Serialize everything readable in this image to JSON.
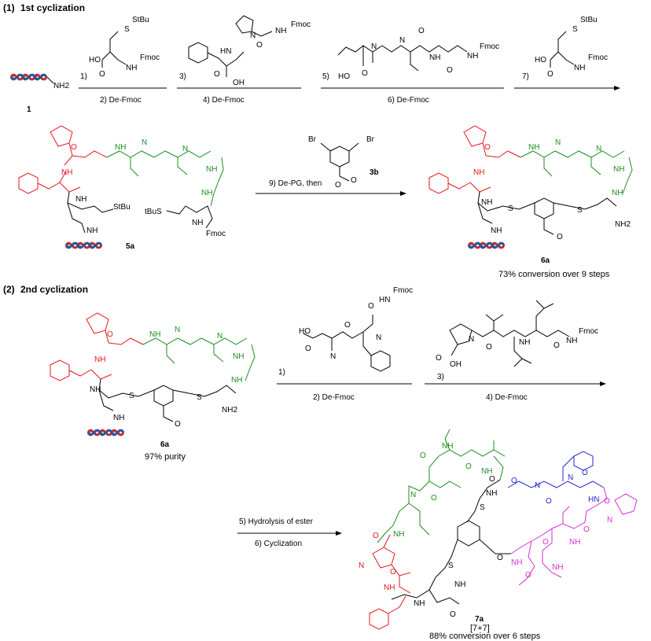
{
  "sections": {
    "first": {
      "number": "(1)",
      "label": "1st cyclization"
    },
    "second": {
      "number": "(2)",
      "label": "2nd  cyclization"
    }
  },
  "compounds": {
    "c1": {
      "label": "1",
      "group": "NH2"
    },
    "c5a": {
      "label": "5a"
    },
    "c3b": {
      "label": "3b"
    },
    "c6a_top": {
      "label": "6a",
      "note": "73% conversion over 9 steps"
    },
    "c6a_bottom": {
      "label": "6a",
      "note": "97% purity"
    },
    "c7a": {
      "label": "7a",
      "ring": "[7+7]",
      "note": "88% conversion over 6 steps"
    }
  },
  "steps": {
    "s1": "1)",
    "s2": "2) De-Fmoc",
    "s3": "3)",
    "s4": "4) De-Fmoc",
    "s5": "5)",
    "s6": "6) De-Fmoc",
    "s7": "7)",
    "s9": "9) De-PG, then",
    "b1": "1)",
    "b2": "2) De-Fmoc",
    "b3": "3)",
    "b4": "4) De-Fmoc",
    "b5": "5) Hydrolysis of ester",
    "b6": "6) Cyclization"
  },
  "atoms": {
    "fmoc": "Fmoc",
    "stbu": "StBu",
    "tbuss": "tBuS",
    "nh": "NH",
    "hn": "HN",
    "n": "N",
    "o": "O",
    "oh": "OH",
    "ho": "HO",
    "s": "S",
    "br": "Br",
    "nh2": "NH2"
  },
  "colors": {
    "red": "#e8141b",
    "green": "#1e8c1e",
    "blue": "#2424d4",
    "magenta": "#d62ed6",
    "dna_red": "#cc2a2a",
    "dna_blue": "#2a4fa0"
  }
}
